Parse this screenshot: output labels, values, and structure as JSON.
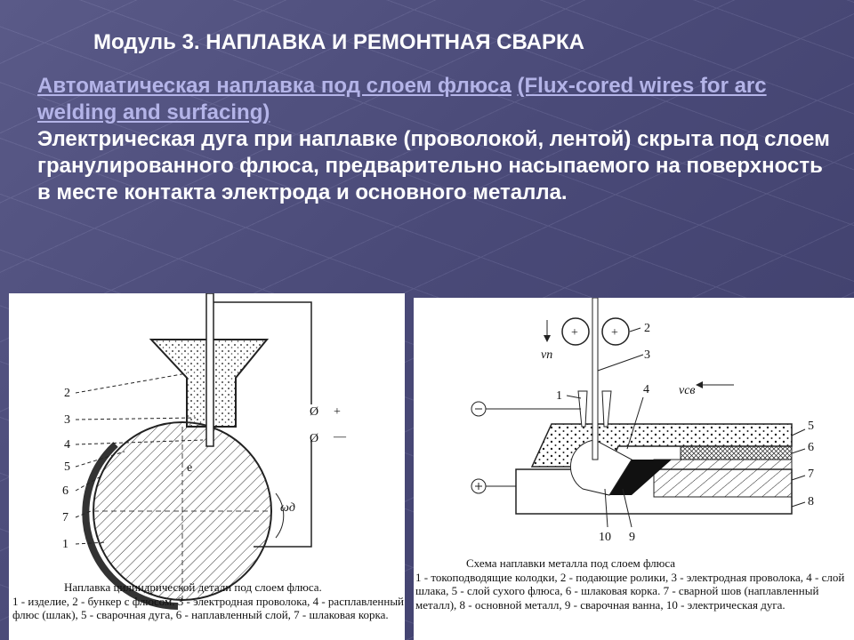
{
  "slide": {
    "title": "Модуль 3. НАПЛАВКА И РЕМОНТНАЯ СВАРКА",
    "link_1": "Автоматическая наплавка под слоем флюса",
    "link_2": "(Flux-cored wires for arc welding and surfacing)",
    "body": "Электрическая дуга при наплавке (проволокой, лентой) скрыта под слоем гранулированного флюса, предварительно насыпаемого на поверхность  в месте контакта электрода и основного металла.",
    "colors": {
      "background": "#4a4a78",
      "link": "#b4b4e8",
      "text": "#ffffff"
    }
  },
  "figure_left": {
    "labels": [
      "2",
      "3",
      "4",
      "5",
      "6",
      "7",
      "1"
    ],
    "symbol_e": "e",
    "symbol_omega": "ωд",
    "terminal_plus": "+",
    "terminal_minus": "—",
    "caption_title": "Наплавка цилиндрической детали под слоем флюса.",
    "caption_text": "1 - изделие, 2 - бункер с флюсом. 3 - электродная проволока, 4 - расплавленный флюс (шлак), 5 - сварочная дуга, 6 - наплавленный слой, 7 - шлаковая корка."
  },
  "figure_right": {
    "labels": [
      "1",
      "2",
      "3",
      "4",
      "5",
      "6",
      "7",
      "8",
      "9",
      "10"
    ],
    "symbol_vn": "vп",
    "symbol_vsv": "vсв",
    "caption_title": "Схема наплавки металла под слоем флюса",
    "caption_text": "1 - токоподводящие колодки, 2 - подающие ролики, 3 - электродная проволока, 4 - слой шлака, 5 - слой сухого флюса, 6 - шлаковая корка. 7 - сварной шов (наплавленный металл), 8 - основной металл, 9 - сварочная ванна, 10 - электрическая дуга."
  }
}
